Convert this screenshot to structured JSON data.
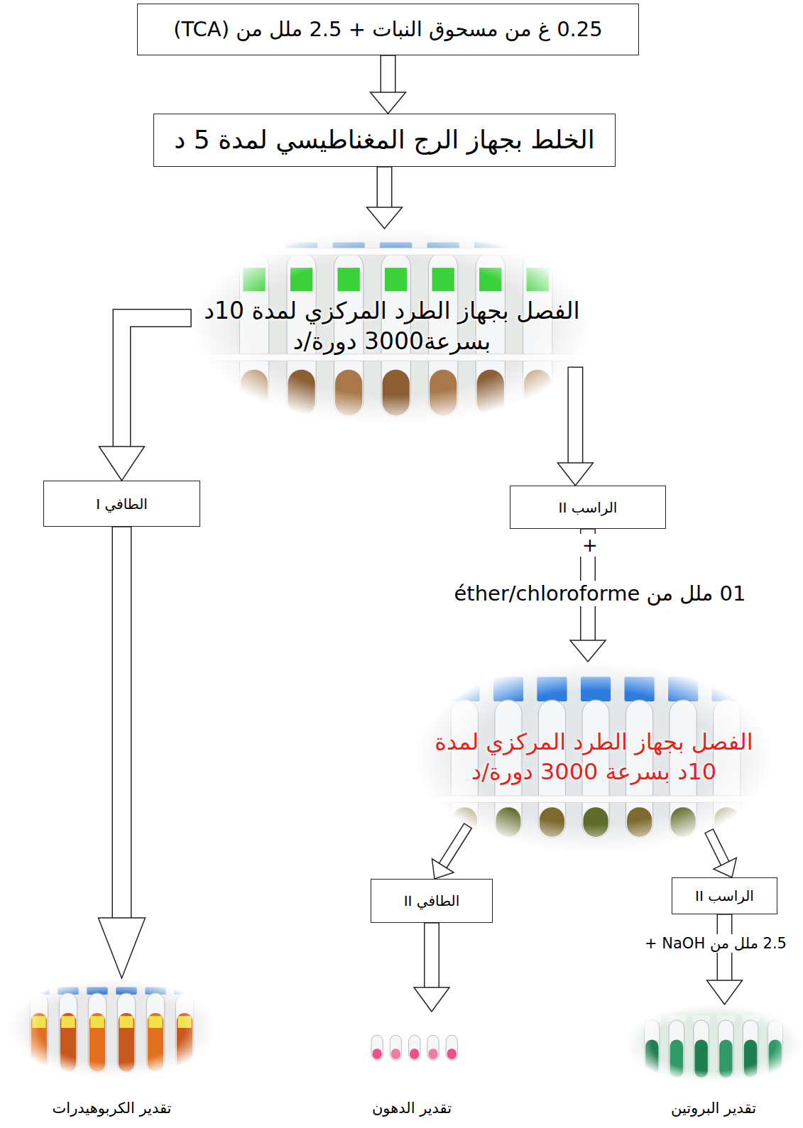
{
  "diagram": {
    "nodes": [
      {
        "text": [
          "0.25 غ من مسحوق النبات + 2.5 ملل من (TCA)"
        ]
      },
      {
        "text": [
          "الخلط بجهاز الرج المغناطيسي لمدة 5 د"
        ]
      },
      {
        "text": [
          "الفصل بجهاز الطرد المركزي لمدة 10د بسرعة3000 دورة/د"
        ]
      },
      {
        "text": [
          "الطافي I"
        ]
      },
      {
        "text": [
          "الراسب II"
        ]
      },
      {
        "text": [
          "الفصل بجهاز الطرد المركزي لمدة 10د بسرعة 3000 دورة/د"
        ]
      },
      {
        "text": [
          "الطافي II"
        ]
      },
      {
        "text": [
          "الراسب II"
        ]
      },
      {
        "text": [
          "تقدير الكربوهيدرات"
        ]
      },
      {
        "text": [
          "تقدير الدهون"
        ]
      },
      {
        "text": [
          "تقدير البروتين"
        ]
      }
    ],
    "edges": [
      {
        "from": 0,
        "to": 1,
        "arrow": "to"
      },
      {
        "from": 1,
        "to": 2,
        "arrow": "to"
      },
      {
        "from": 2,
        "to": 3,
        "arrow": "to"
      },
      {
        "from": 2,
        "to": 4,
        "arrow": "to"
      },
      {
        "from": 4,
        "to": 5,
        "arrow": "to"
      },
      {
        "from": 5,
        "to": 6,
        "arrow": "to"
      },
      {
        "from": 5,
        "to": 7,
        "arrow": "to"
      },
      {
        "from": 3,
        "to": 8,
        "arrow": "to"
      },
      {
        "from": 6,
        "to": 9,
        "arrow": "to"
      },
      {
        "from": 7,
        "to": 10,
        "arrow": "to"
      }
    ],
    "labels": [
      "+",
      "01 ملل من éther/chloroforme",
      "2.5 ملل من NaOH +"
    ]
  }
}
